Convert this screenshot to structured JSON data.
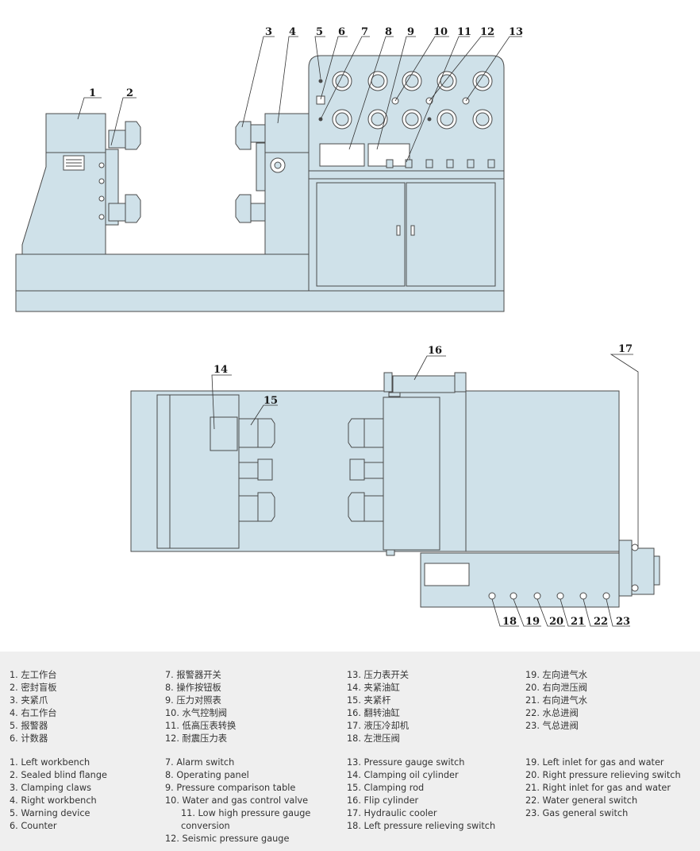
{
  "labels": [
    "1",
    "2",
    "3",
    "4",
    "5",
    "6",
    "7",
    "8",
    "9",
    "10",
    "11",
    "12",
    "13",
    "14",
    "15",
    "16",
    "17",
    "18",
    "19",
    "20",
    "21",
    "22",
    "23"
  ],
  "legend": {
    "columns": [
      {
        "zh": [
          "1. 左工作台",
          "2. 密封盲板",
          "3. 夹紧爪",
          "4. 右工作台",
          "5. 报警器",
          "6. 计数器"
        ],
        "en": [
          "1. Left workbench",
          "2. Sealed blind flange",
          "3. Clamping claws",
          "4. Right workbench",
          "5. Warning device",
          "6. Counter"
        ]
      },
      {
        "zh": [
          "7. 报警器开关",
          "8. 操作按钮板",
          "9. 压力对照表",
          "10. 水气控制阀",
          "11. 低高压表转换",
          "12. 耐震压力表"
        ],
        "en": [
          "7. Alarm switch",
          "8. Operating panel",
          "9. Pressure comparison table",
          "10. Water and gas control valve",
          "11. Low high pressure gauge",
          "conversion",
          "12. Seismic pressure gauge"
        ]
      },
      {
        "zh": [
          "13. 压力表开关",
          "14. 夹紧油缸",
          "15. 夹紧杆",
          "16. 翻转油缸",
          "17. 液压冷却机",
          "18. 左泄压阀"
        ],
        "en": [
          "13. Pressure gauge switch",
          "14. Clamping oil cylinder",
          "15. Clamping rod",
          "16. Flip cylinder",
          "17. Hydraulic cooler",
          "18. Left pressure relieving switch"
        ]
      },
      {
        "zh": [
          "19. 左向进气水",
          "20. 右向泄压阀",
          "21. 右向进气水",
          "22. 水总进阀",
          "23. 气总进阀"
        ],
        "en": [
          "19. Left inlet for gas and water",
          "20. Right pressure relieving switch",
          "21. Right inlet for gas and water",
          "22. Water general switch",
          "23. Gas general switch"
        ]
      }
    ]
  },
  "colors": {
    "fill": "#cfe1e9",
    "stroke": "#4a4a4a",
    "legend_bg": "#efefef",
    "text": "#333333"
  }
}
